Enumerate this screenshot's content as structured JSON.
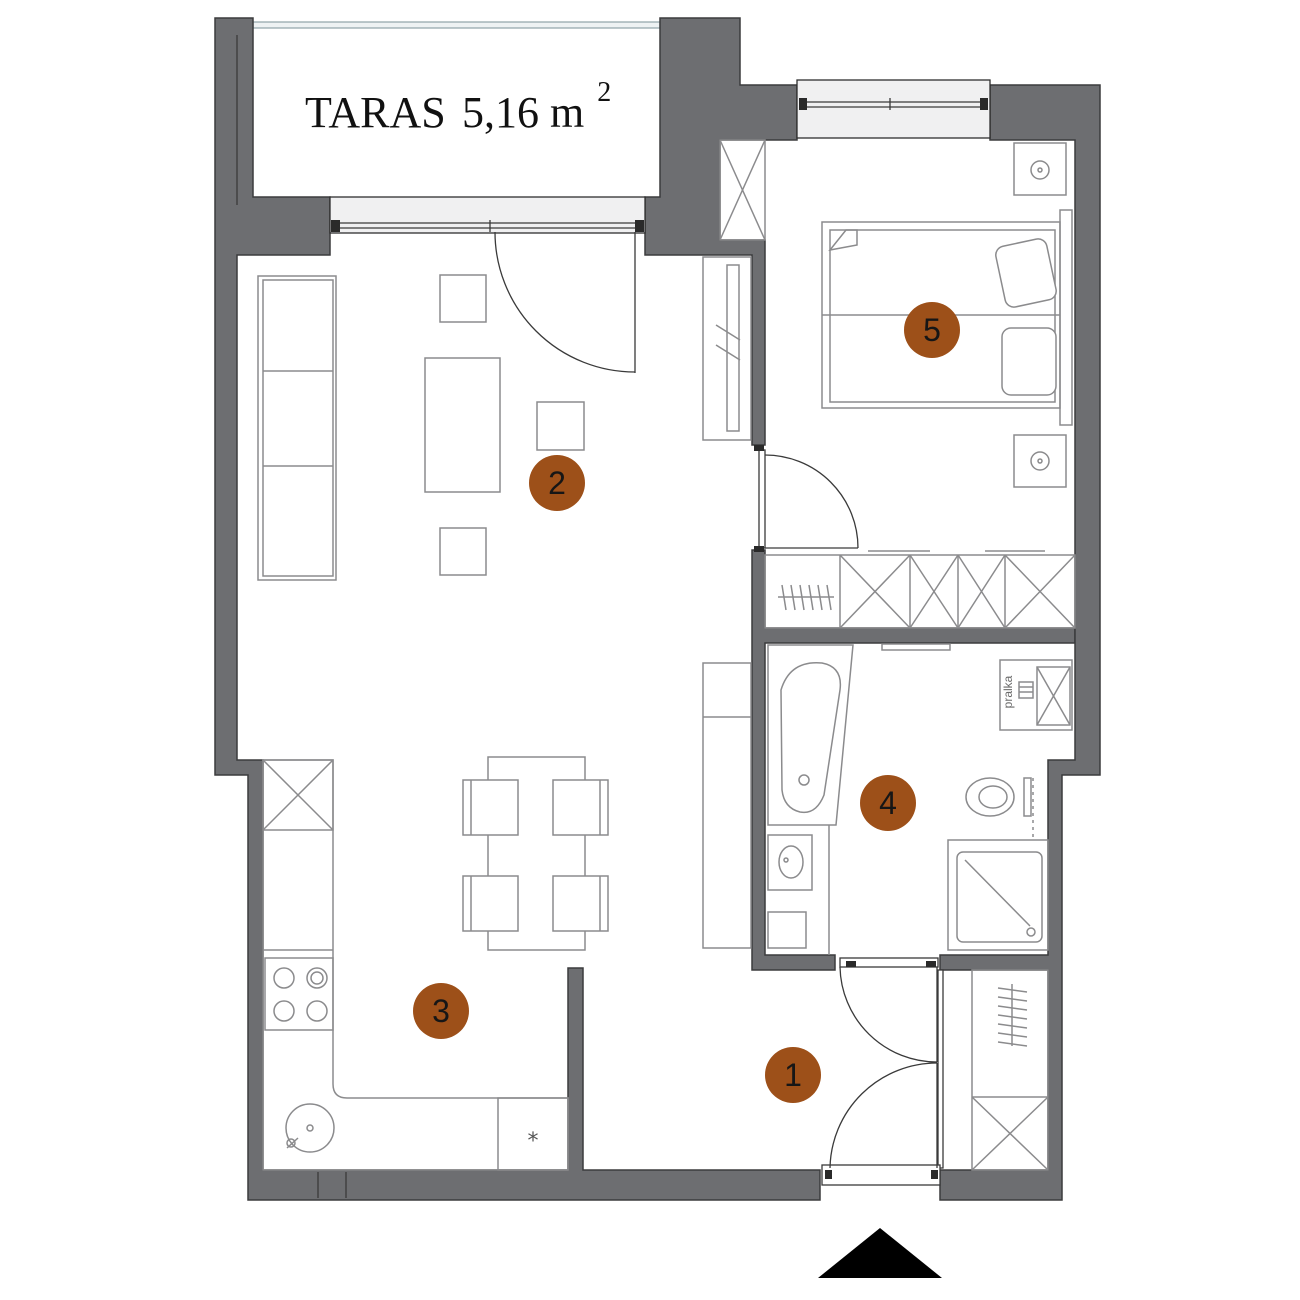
{
  "plan": {
    "terrace": {
      "name": "TARAS",
      "area": "5,16 m",
      "area_superscript": "2"
    },
    "rooms": [
      {
        "number": "1"
      },
      {
        "number": "2"
      },
      {
        "number": "3"
      },
      {
        "number": "4"
      },
      {
        "number": "5"
      }
    ],
    "labels": {
      "washing_machine": "pralka",
      "kitchen_symbol": "*"
    },
    "entrance_marker_icon": "entrance-arrow-icon"
  },
  "colors": {
    "wall": "#6d6e71",
    "room_marker": "#9d5019",
    "furniture_line": "#8b8b8d",
    "entrance_arrow": "#000000"
  }
}
